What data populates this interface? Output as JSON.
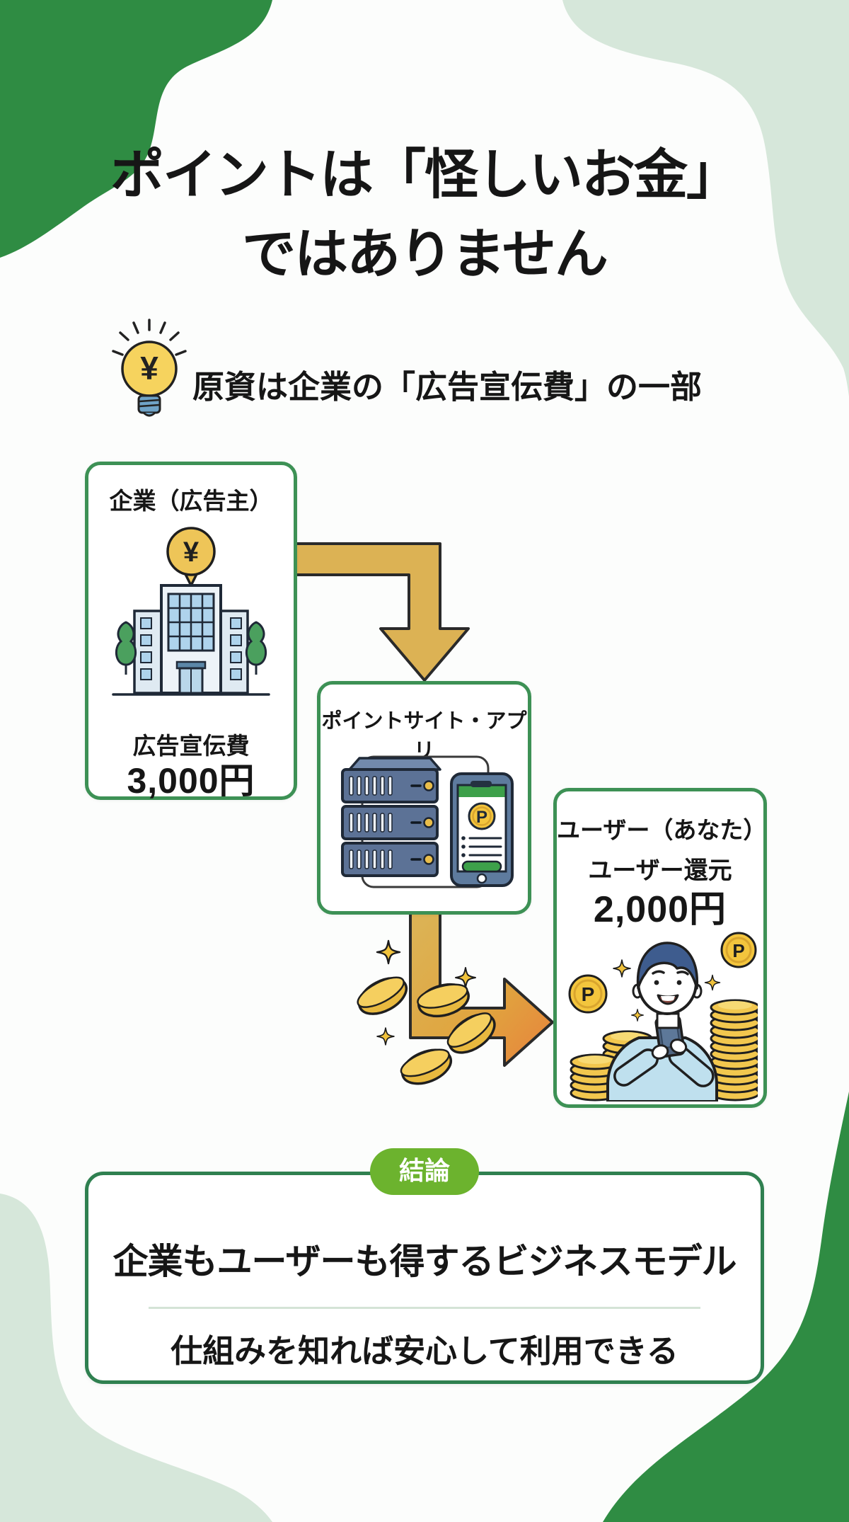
{
  "title": {
    "line1": "ポイントは「怪しいお金」",
    "line2": "ではありません"
  },
  "lead": {
    "text": "原資は企業の「広告宣伝費」の一部"
  },
  "flow": {
    "company": {
      "title": "企業（広告主）",
      "amount_label": "広告宣伝費",
      "amount": "3,000円"
    },
    "point_site": {
      "title": "ポイントサイト・アプリ"
    },
    "user": {
      "title": "ユーザー（あなた）",
      "amount_label": "ユーザー還元",
      "amount": "2,000円"
    }
  },
  "conclusion": {
    "badge": "結論",
    "line1": "企業もユーザーも得するビジネスモデル",
    "line2": "仕組みを知れば安心して利用できる"
  },
  "icons": {
    "yen_symbol": "¥",
    "point_symbol": "P"
  },
  "colors": {
    "dark_green_blob": "#2F8C43",
    "light_green_blob": "#D6E7DA",
    "box_border_green": "#3D9155",
    "conclusion_border_green": "#2F8050",
    "badge_green": "#6CB32E",
    "arrow_gold": "#DCB254",
    "arrow_orange": "#E68A3C",
    "coin_gold": "#F2C74E",
    "text_black": "#161616"
  }
}
